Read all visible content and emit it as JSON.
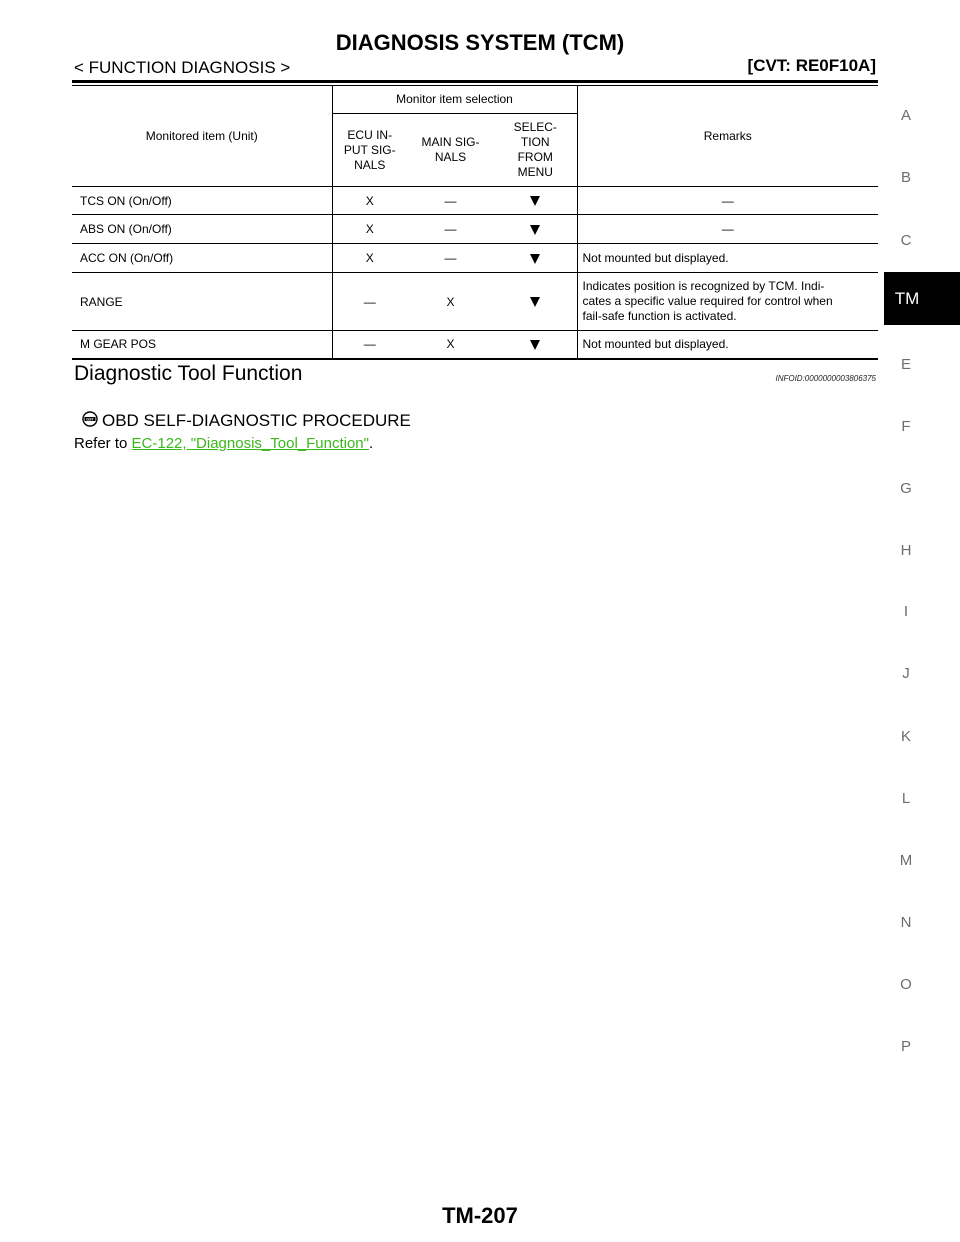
{
  "header": {
    "title": "DIAGNOSIS SYSTEM (TCM)",
    "section": "< FUNCTION DIAGNOSIS >",
    "model": "[CVT: RE0F10A]"
  },
  "side_index": {
    "letters": [
      "A",
      "B",
      "C",
      "E",
      "F",
      "G",
      "H",
      "I",
      "J",
      "K",
      "L",
      "M",
      "N",
      "O",
      "P"
    ],
    "active_tab": "TM"
  },
  "table": {
    "col_item": "Monitored item (Unit)",
    "col_group": "Monitor item selection",
    "col_ecu": "ECU IN-\nPUT SIG-\nNALS",
    "col_main": "MAIN SIG-\nNALS",
    "col_select": "SELEC-\nTION\nFROM\nMENU",
    "col_remarks": "Remarks",
    "rows": [
      {
        "item": "TCS ON (On/Off)",
        "ecu": "X",
        "main": "—",
        "select": "▼",
        "remarks": "—"
      },
      {
        "item": "ABS ON (On/Off)",
        "ecu": "X",
        "main": "—",
        "select": "▼",
        "remarks": "—"
      },
      {
        "item": "ACC ON (On/Off)",
        "ecu": "X",
        "main": "—",
        "select": "▼",
        "remarks": "Not mounted but displayed."
      },
      {
        "item": "RANGE",
        "ecu": "—",
        "main": "X",
        "select": "▼",
        "remarks": "Indicates position is recognized by TCM. Indi-\ncates a specific value required for control when\nfail-safe function is activated."
      },
      {
        "item": "M GEAR POS",
        "ecu": "—",
        "main": "X",
        "select": "▼",
        "remarks": "Not mounted but displayed."
      }
    ]
  },
  "section": {
    "heading": "Diagnostic Tool Function",
    "infoid": "INFOID:0000000003806375",
    "icon": "gst-icon",
    "subheading": "OBD SELF-DIAGNOSTIC PROCEDURE",
    "refer_prefix": "Refer to ",
    "refer_link": "EC-122, \"Diagnosis_Tool_Function\"",
    "refer_suffix": "."
  },
  "footer": {
    "page_number": "TM-207"
  }
}
